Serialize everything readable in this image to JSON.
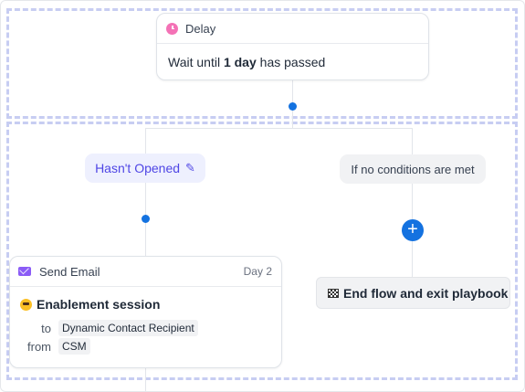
{
  "delay_step": {
    "title": "Delay",
    "body_prefix": "Wait until ",
    "body_bold": "1 day",
    "body_suffix": " has passed",
    "icon": "clock-icon"
  },
  "branches": {
    "condition_label": "Hasn't Opened",
    "condition_icon": "pencil-icon",
    "else_label": "If no conditions are met",
    "add_icon": "plus-icon"
  },
  "end_step": {
    "label": "End flow and exit playbook",
    "icon": "checkered-flag-icon"
  },
  "email_step": {
    "title": "Send Email",
    "day": "Day 2",
    "subject": "Enablement session",
    "subject_icon": "star-struck-emoji-icon",
    "to_label": "to",
    "to_value": "Dynamic Contact Recipient",
    "from_label": "from",
    "from_value": "CSM",
    "icon": "envelope-icon"
  },
  "colors": {
    "accent": "#1472e0",
    "condition_bg": "#eef0fe",
    "condition_text": "#4f46e5",
    "drop_zone_border": "#c7cdf2"
  }
}
